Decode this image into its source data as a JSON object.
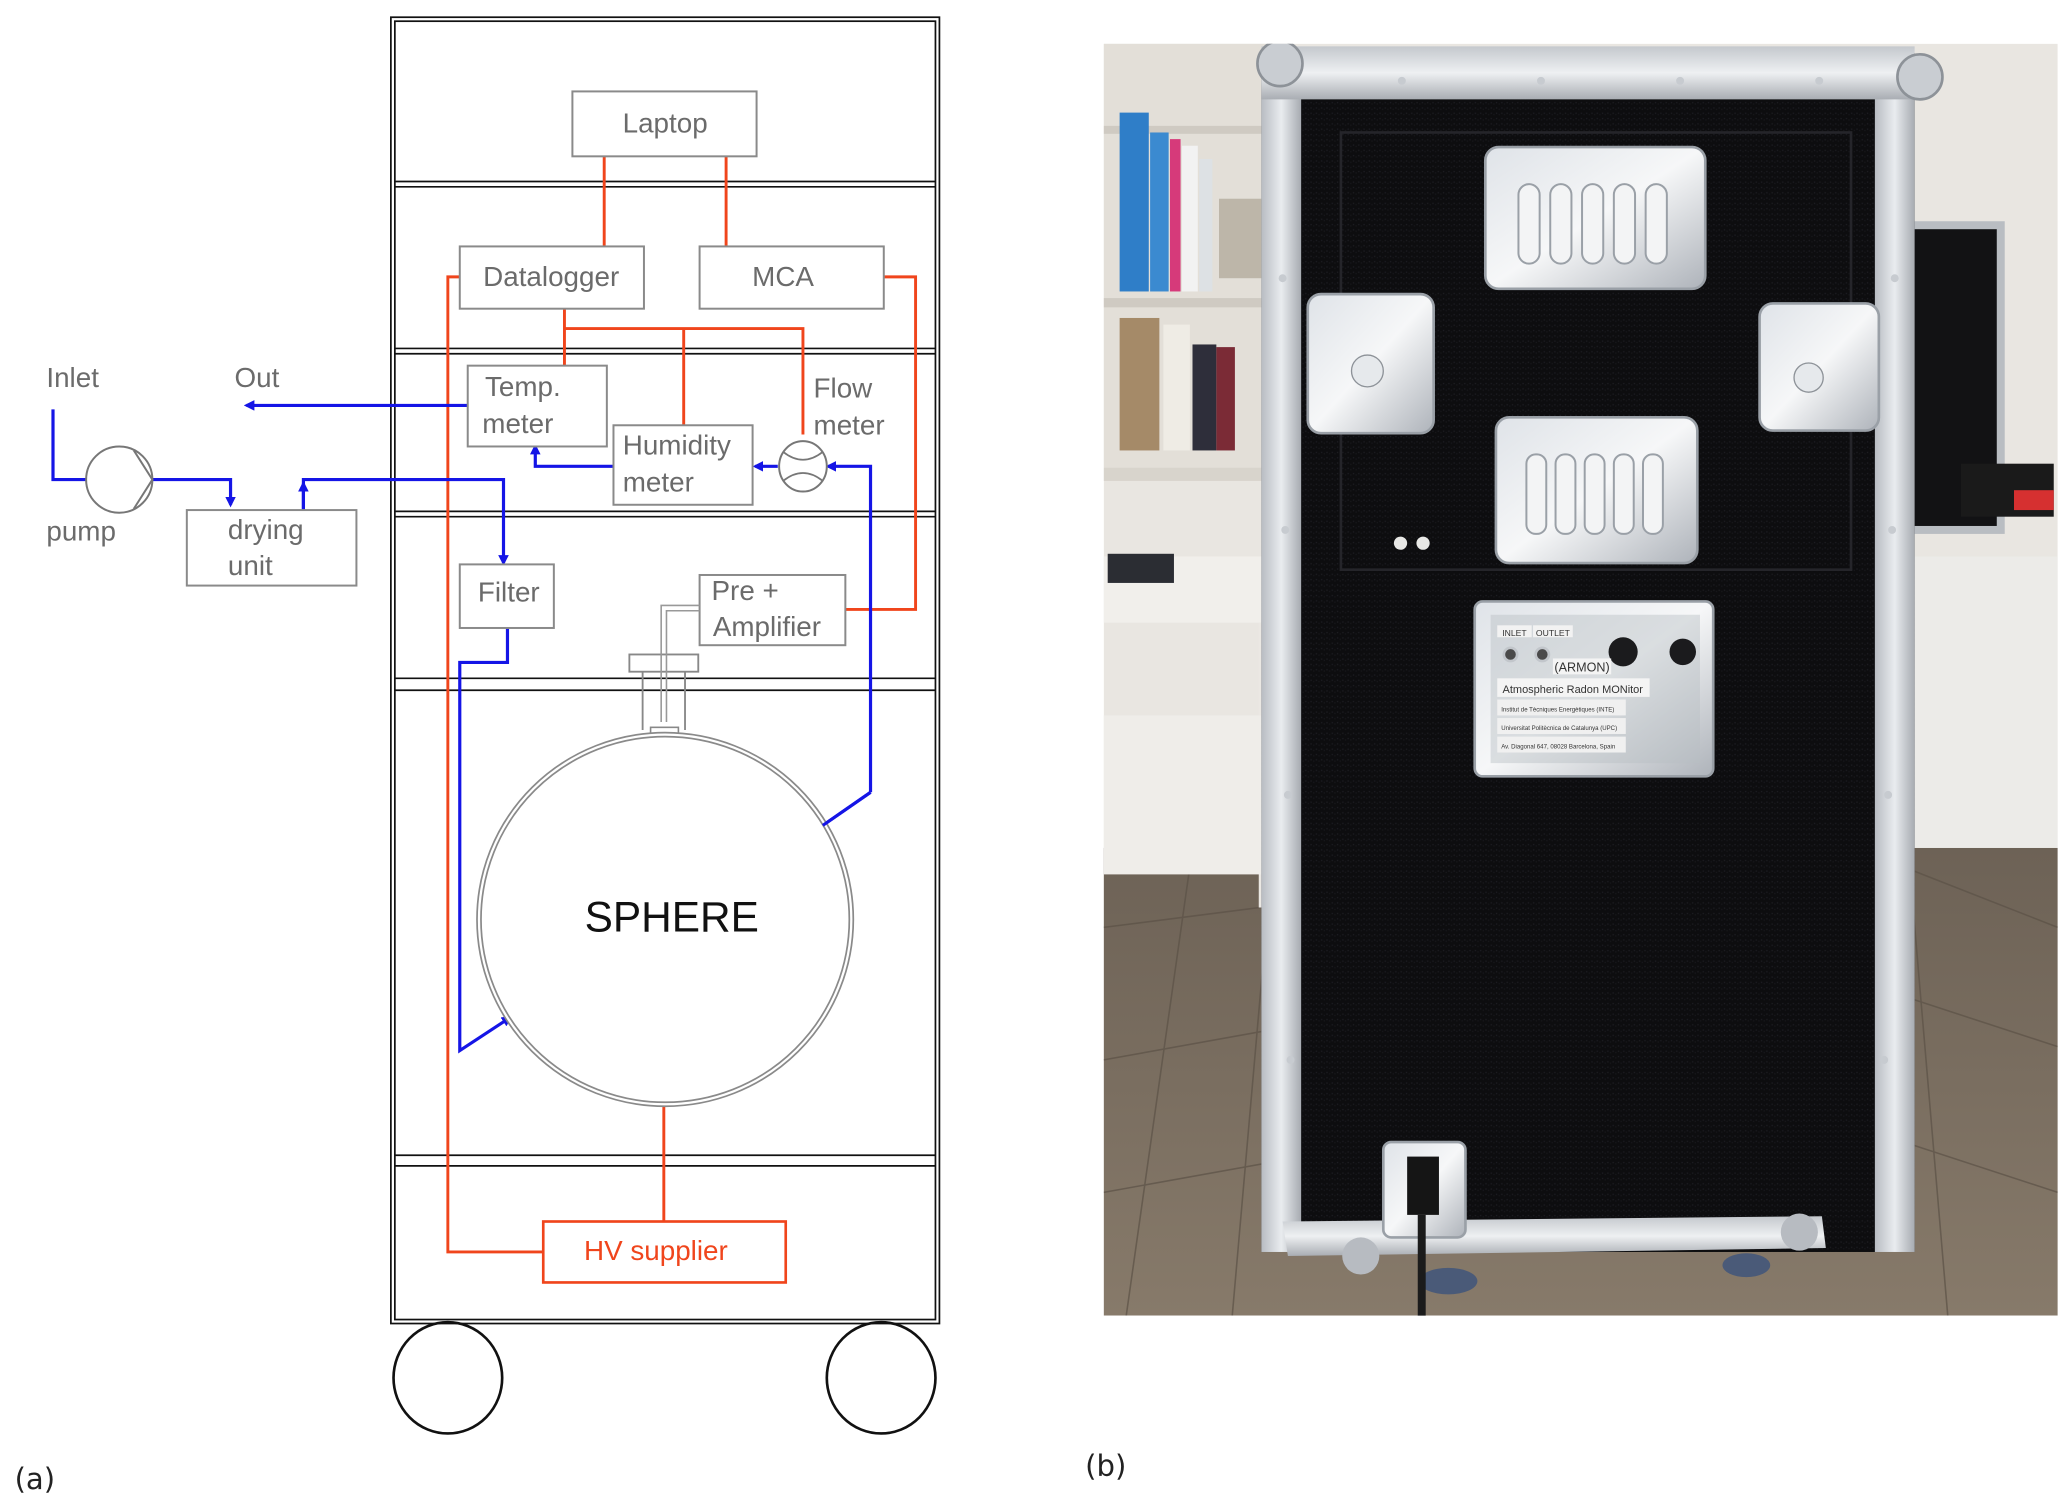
{
  "figure": {
    "panel_a": {
      "label": "(a)",
      "components": {
        "laptop": "Laptop",
        "datalogger": "Datalogger",
        "mca": "MCA",
        "temp_meter_1": "Temp.",
        "temp_meter_2": "meter",
        "humidity_meter_1": "Humidity",
        "humidity_meter_2": "meter",
        "flow_meter_1": "Flow",
        "flow_meter_2": "meter",
        "filter": "Filter",
        "preamp_1": "Pre +",
        "preamp_2": "Amplifier",
        "sphere": "SPHERE",
        "hv_supplier": "HV supplier",
        "drying_unit_1": "drying",
        "drying_unit_2": "unit",
        "pump": "pump",
        "inlet": "Inlet",
        "out": "Out"
      },
      "colors": {
        "electrical": "#f0451c",
        "gas_flow": "#1515e6",
        "frame": "#111111",
        "box_stroke": "#8a8a8a",
        "label_text": "#6b6b6b"
      }
    },
    "panel_b": {
      "label": "(b)",
      "plate": {
        "inlet": "INLET",
        "outlet": "OUTLET",
        "acronym": "(ARMON)",
        "name": "Atmospheric Radon MONitor",
        "institute": "Institut de Tècniques Energètiques (INTE)",
        "university": "Universitat Politècnica de Catalunya (UPC)",
        "address": "Av. Diagonal 647, 08028 Barcelona, Spain"
      }
    }
  }
}
